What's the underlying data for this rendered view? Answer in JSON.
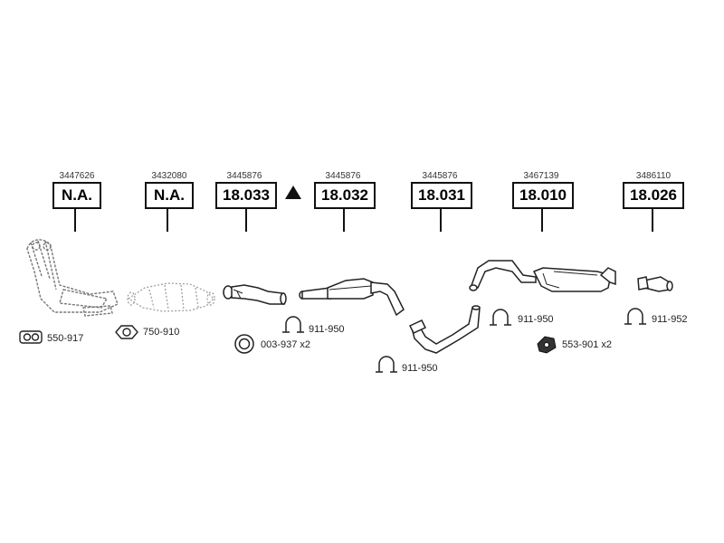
{
  "columns": [
    {
      "ref": "3447626",
      "code": "N.A."
    },
    {
      "ref": "3432080",
      "code": "N.A."
    },
    {
      "ref": "3445876",
      "code": "18.033"
    },
    {
      "ref": "3445876",
      "code": "18.032"
    },
    {
      "ref": "3445876",
      "code": "18.031"
    },
    {
      "ref": "3467139",
      "code": "18.010"
    },
    {
      "ref": "3486110",
      "code": "18.026"
    }
  ],
  "accessories": [
    {
      "label": "550-917",
      "icon": "gasket-double-icon"
    },
    {
      "label": "750-910",
      "icon": "gasket-flange-icon"
    },
    {
      "label": "003-937 x2",
      "icon": "ring-gasket-icon"
    },
    {
      "label": "911-950",
      "icon": "clamp-icon"
    },
    {
      "label": "911-950",
      "icon": "clamp-icon"
    },
    {
      "label": "911-950",
      "icon": "clamp-icon"
    },
    {
      "label": "553-901 x2",
      "icon": "rubber-mount-icon"
    },
    {
      "label": "911-952",
      "icon": "clamp-icon"
    }
  ],
  "marker": "warning-triangle-icon"
}
